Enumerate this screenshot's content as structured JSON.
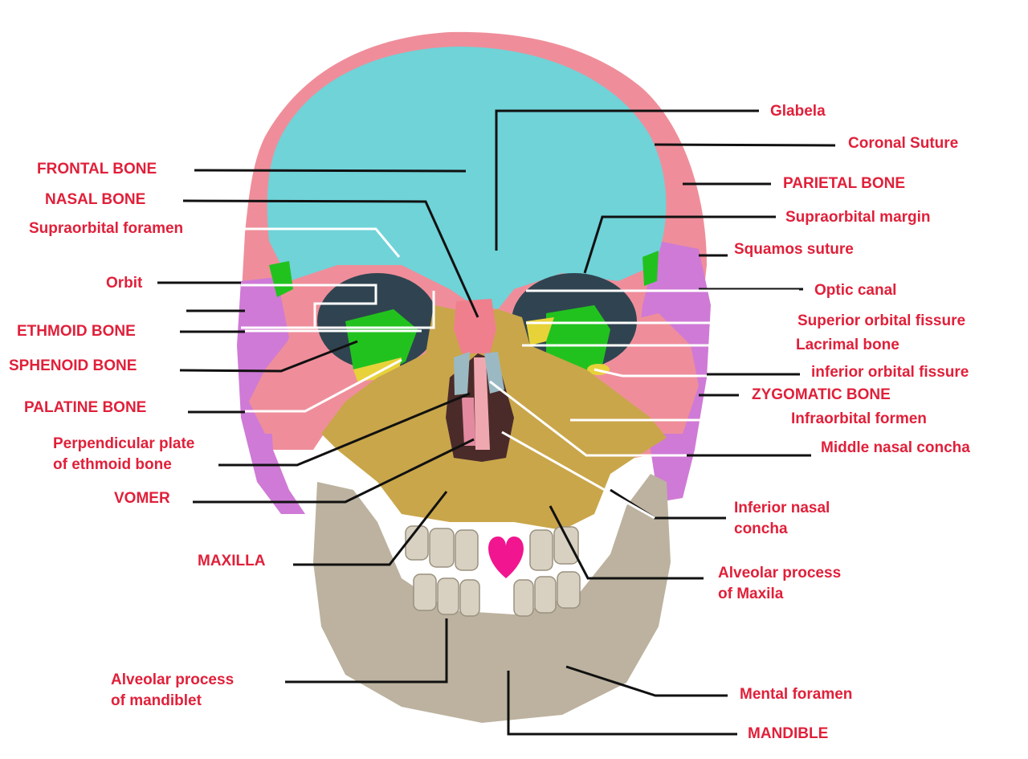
{
  "colors": {
    "label": "#e0203a",
    "frontal": "#6fd3d8",
    "parietal": "#ef8e9a",
    "temporal": "#cf7ad6",
    "maxilla": "#c9a64a",
    "mandible": "#bcb29f",
    "teeth": "#d8d1c2",
    "orbit_dark": "#2f4450",
    "ethmoid": "#22c21e",
    "nasal": "#f07f8d",
    "concha": "#9bb9c2",
    "heart": "#f1158f",
    "leader_dark": "#111111",
    "leader_light": "#ffffff"
  },
  "labels": {
    "frontal_bone": "FRONTAL BONE",
    "nasal_bone": "NASAL BONE",
    "supraorbital_foramen": "Supraorbital foramen",
    "orbit": "Orbit",
    "ethmoid_bone": "ETHMOID BONE",
    "sphenoid_bone": "SPHENOID BONE",
    "palatine_bone": "PALATINE BONE",
    "perpendicular_plate": "Perpendicular plate\nof ethmoid bone",
    "vomer": "VOMER",
    "maxilla": "MAXILLA",
    "alveolar_mandible": "Alveolar process\nof mandiblet",
    "glabela": "Glabela",
    "coronal_suture": "Coronal Suture",
    "parietal_bone": "PARIETAL BONE",
    "supraorbital_margin": "Supraorbital margin",
    "squamos_suture": "Squamos suture",
    "optic_canal": "Optic canal",
    "superior_orbital_fissure": "Superior orbital fissure",
    "lacrimal_bone": "Lacrimal bone",
    "inferior_orbital_fissure": "inferior orbital fissure",
    "zygomatic_bone": "ZYGOMATIC BONE",
    "infraorbital_formen": "Infraorbital formen",
    "middle_nasal_concha": "Middle nasal concha",
    "inferior_nasal_concha": "Inferior nasal\nconcha",
    "alveolar_maxila": "Alveolar process\nof Maxila",
    "mental_foramen": "Mental foramen",
    "mandible": "MANDIBLE"
  }
}
